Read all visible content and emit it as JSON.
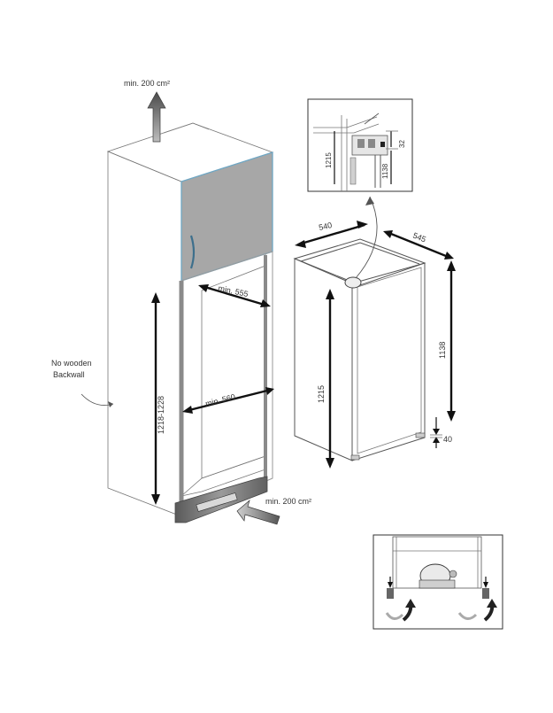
{
  "labels": {
    "vent_top": "min. 200 cm²",
    "vent_bottom": "min. 200 cm²",
    "no_backwall": "No wooden\nBackwall",
    "no_backwall_l1": "No wooden",
    "no_backwall_l2": "Backwall",
    "niche_height": "1218-1228",
    "min_width_top": "min. 555",
    "min_width_mid": "min. 560",
    "appliance_width": "540",
    "appliance_depth": "545",
    "appliance_height": "1215",
    "hinge_height": "1138",
    "foot_height": "40",
    "detail_height": "1215",
    "detail_hinge": "1138",
    "detail_gap": "32"
  },
  "colors": {
    "door_fill": "#a7a7a7",
    "door_edge": "#6fa7c4",
    "cabinet_line": "#888888",
    "arrow_fill": "#6a6a6a",
    "dim_line": "#111111"
  },
  "icons": [
    "up-arrow-icon",
    "airflow-arrow-icon",
    "curved-arrow-icon",
    "compressor-icon"
  ]
}
